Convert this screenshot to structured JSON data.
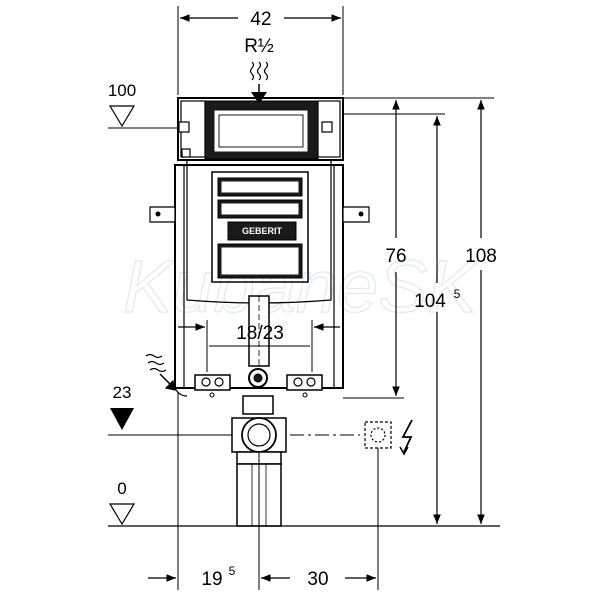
{
  "dimensions": {
    "top_width": "42",
    "thread": "R½",
    "height_total": "108",
    "height_mid_main": "104",
    "height_mid_sup": "5",
    "height_frame": "76",
    "inner_width": "18/23",
    "offset_left_main": "19",
    "offset_left_sup": "5",
    "offset_right": "30"
  },
  "levels": {
    "top": "100",
    "middle": "23",
    "floor": "0"
  },
  "brand": {
    "logo_text": "GEBERIT"
  },
  "watermark": "KubaneSK",
  "colors": {
    "line": "#000000",
    "fill_dark": "#1a1a1a",
    "watermark": "#dfe9f3"
  }
}
